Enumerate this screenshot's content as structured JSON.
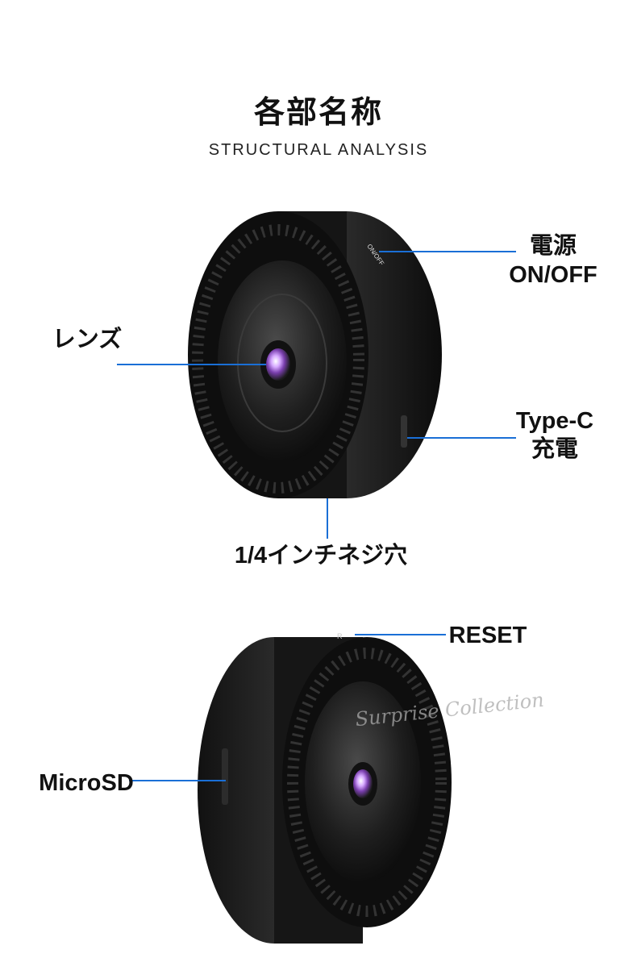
{
  "header": {
    "title": "各部名称",
    "subtitle": "STRUCTURAL ANALYSIS"
  },
  "labels": {
    "power_1": "電源",
    "power_2": "ON/OFF",
    "lens": "レンズ",
    "typec_1": "Type-C",
    "typec_2": "充電",
    "screw": "1/4インチネジ穴",
    "reset": "RESET",
    "microsd": "MicroSD"
  },
  "device_marks": {
    "switch_text": "ON/OFF",
    "reset_mark": "R"
  },
  "watermark": "Surprise Collection",
  "colors": {
    "callout_line": "#1a6fd6",
    "body": "#1a1a1a"
  }
}
